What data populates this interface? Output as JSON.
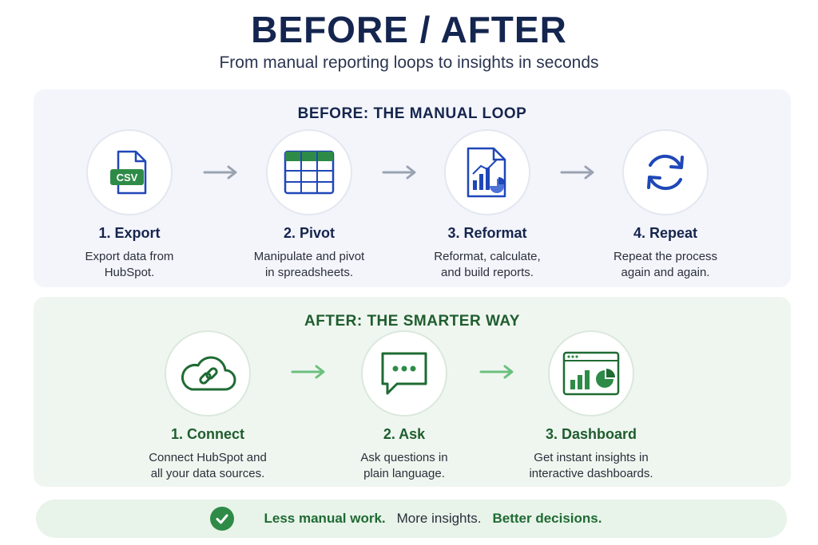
{
  "header": {
    "title": "BEFORE / AFTER",
    "subtitle": "From manual reporting loops to insights in seconds"
  },
  "before": {
    "title": "BEFORE: THE MANUAL LOOP",
    "steps": [
      {
        "title": "1. Export",
        "desc_line1": "Export data from",
        "desc_line2": "HubSpot.",
        "icon": "csv-file-icon",
        "badge": "CSV"
      },
      {
        "title": "2. Pivot",
        "desc_line1": "Manipulate and pivot",
        "desc_line2": "in spreadsheets.",
        "icon": "spreadsheet-icon"
      },
      {
        "title": "3. Reformat",
        "desc_line1": "Reformat, calculate,",
        "desc_line2": "and build reports.",
        "icon": "report-chart-icon"
      },
      {
        "title": "4. Repeat",
        "desc_line1": "Repeat the process",
        "desc_line2": "again and again.",
        "icon": "refresh-icon"
      }
    ]
  },
  "after": {
    "title": "AFTER: THE SMARTER WAY",
    "steps": [
      {
        "title": "1. Connect",
        "desc_line1": "Connect HubSpot and",
        "desc_line2": "all your data sources.",
        "icon": "cloud-link-icon"
      },
      {
        "title": "2. Ask",
        "desc_line1": "Ask questions in",
        "desc_line2": "plain language.",
        "icon": "chat-bubble-icon"
      },
      {
        "title": "3. Dashboard",
        "desc_line1": "Get instant insights in",
        "desc_line2": "interactive dashboards.",
        "icon": "dashboard-icon"
      }
    ]
  },
  "footer": {
    "part1": "Less manual work.",
    "part2": "More insights.",
    "part3": "Better decisions."
  },
  "colors": {
    "navy": "#14254f",
    "blue": "#1f47b8",
    "green": "#1f6b33",
    "accent_green": "#2e8b47"
  }
}
